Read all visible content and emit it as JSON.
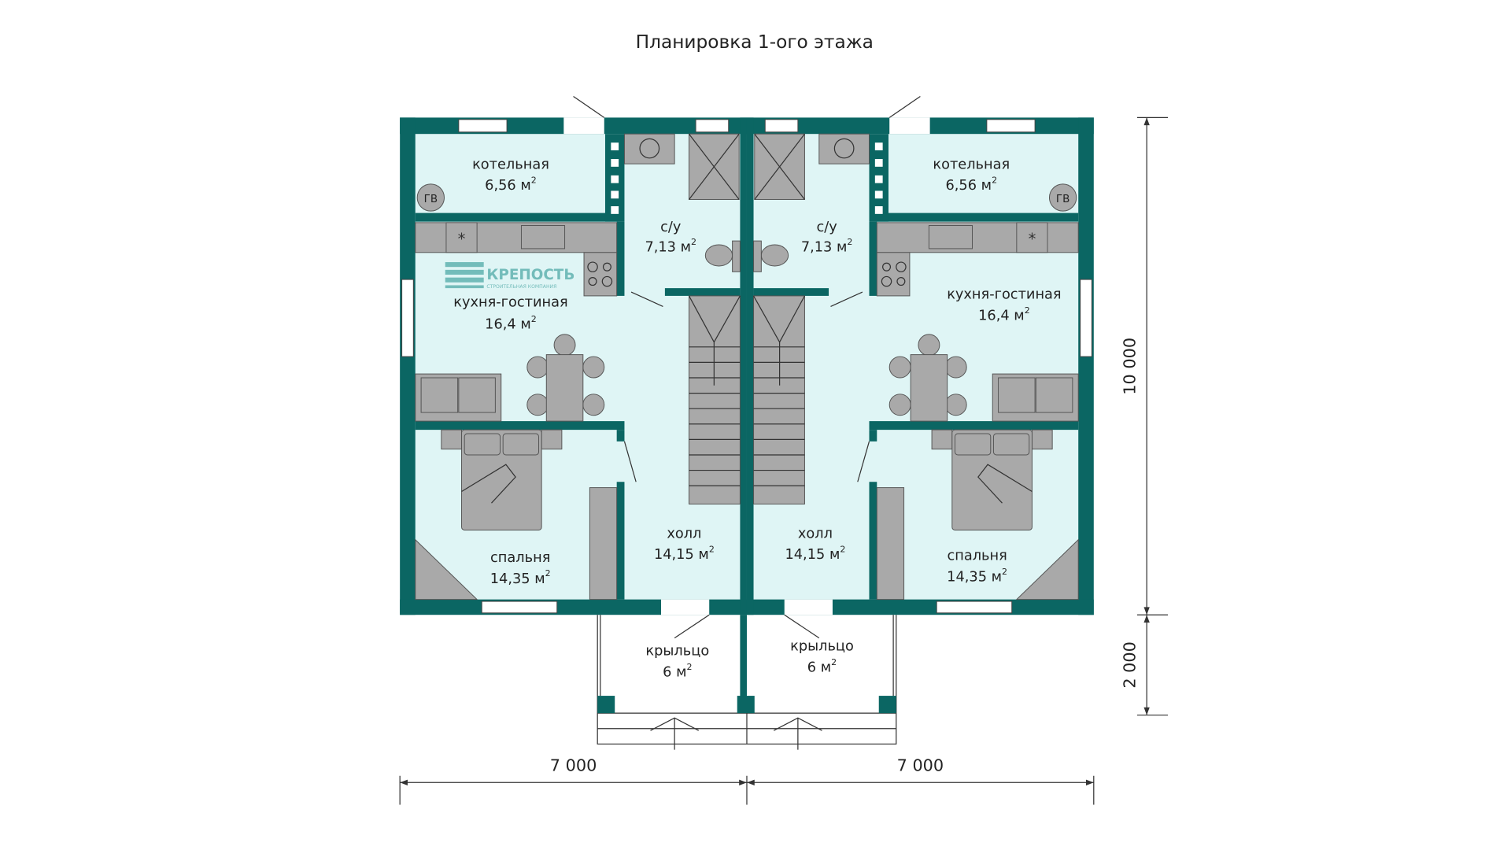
{
  "title": "Планировка 1-ого этажа",
  "logo": {
    "name": "КРЕПОСТЬ",
    "subtitle": "СТРОИТЕЛЬНАЯ КОМПАНИЯ"
  },
  "area_unit": "м",
  "area_unit_sup": "2",
  "boiler_symbol": "ГВ",
  "fridge_symbol": "*",
  "rooms": {
    "left": {
      "boiler": {
        "name": "котельная",
        "area": "6,56"
      },
      "bathroom": {
        "name": "с/у",
        "area": "7,13"
      },
      "kitchen": {
        "name": "кухня-гостиная",
        "area": "16,4"
      },
      "hall": {
        "name": "холл",
        "area": "14,15"
      },
      "bedroom": {
        "name": "спальня",
        "area": "14,35"
      },
      "porch": {
        "name": "крыльцо",
        "area": "6"
      }
    },
    "right": {
      "boiler": {
        "name": "котельная",
        "area": "6,56"
      },
      "bathroom": {
        "name": "с/у",
        "area": "7,13"
      },
      "kitchen": {
        "name": "кухня-гостиная",
        "area": "16,4"
      },
      "hall": {
        "name": "холл",
        "area": "14,15"
      },
      "bedroom": {
        "name": "спальня",
        "area": "14,35"
      },
      "porch": {
        "name": "крыльцо",
        "area": "6"
      }
    }
  },
  "dimensions": {
    "width_left": "7 000",
    "width_right": "7 000",
    "depth_house": "10 000",
    "depth_porch": "2 000"
  }
}
